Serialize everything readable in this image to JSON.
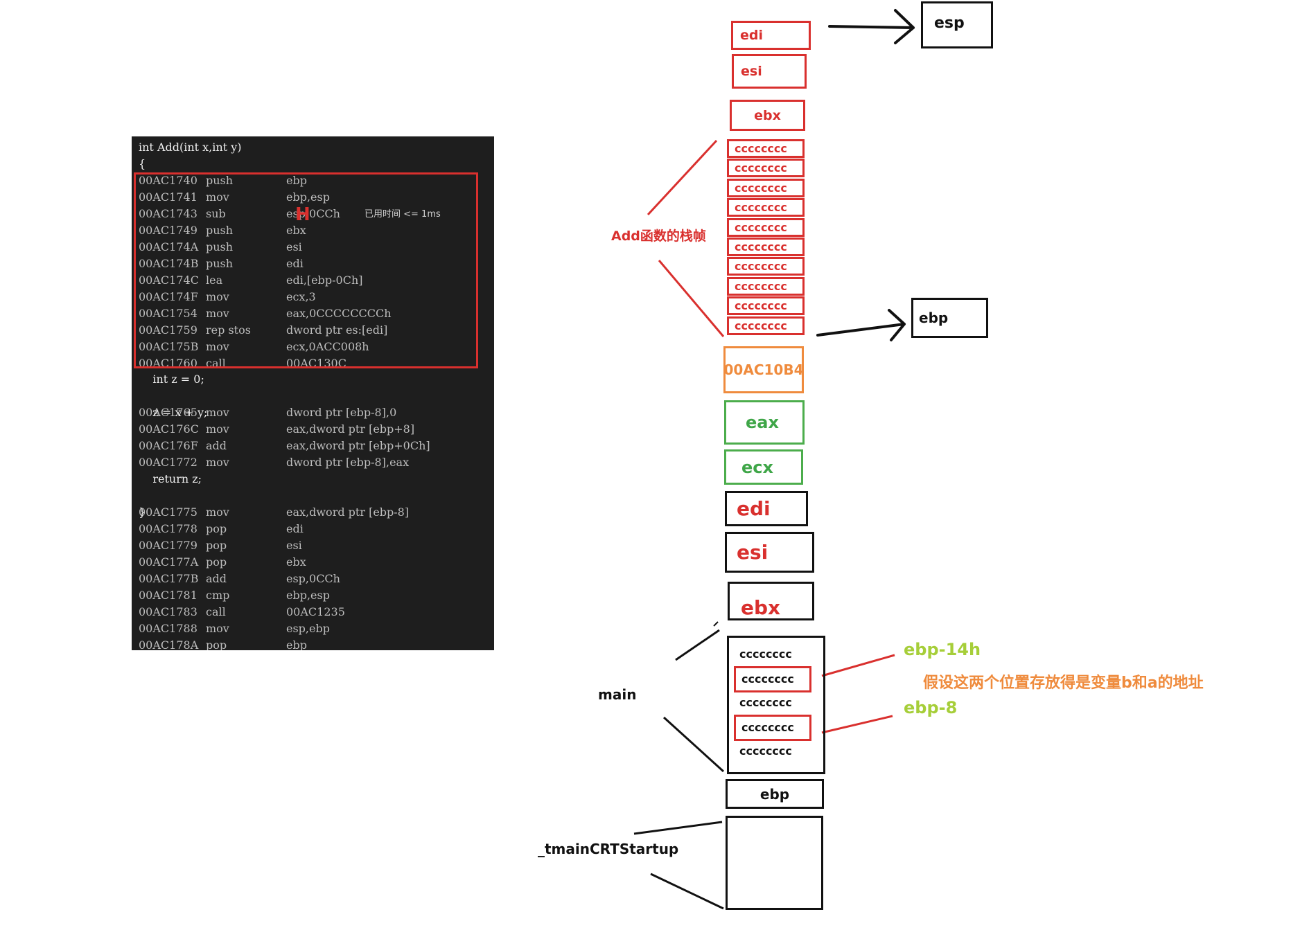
{
  "code": {
    "signature": "int Add(int x,int y)",
    "open_brace": "{",
    "close_brace": "}",
    "timing_note": "已用时间 <= 1ms",
    "cursor_glyph": "H",
    "prologue": [
      {
        "addr": "00AC1740",
        "op": "push",
        "args": "ebp"
      },
      {
        "addr": "00AC1741",
        "op": "mov",
        "args": "ebp,esp"
      },
      {
        "addr": "00AC1743",
        "op": "sub",
        "args": "esp,0CCh"
      },
      {
        "addr": "00AC1749",
        "op": "push",
        "args": "ebx"
      },
      {
        "addr": "00AC174A",
        "op": "push",
        "args": "esi"
      },
      {
        "addr": "00AC174B",
        "op": "push",
        "args": "edi"
      },
      {
        "addr": "00AC174C",
        "op": "lea",
        "args": "edi,[ebp-0Ch]"
      },
      {
        "addr": "00AC174F",
        "op": "mov",
        "args": "ecx,3"
      },
      {
        "addr": "00AC1754",
        "op": "mov",
        "args": "eax,0CCCCCCCCh"
      },
      {
        "addr": "00AC1759",
        "op": "rep stos",
        "args": "dword ptr es:[edi]"
      },
      {
        "addr": "00AC175B",
        "op": "mov",
        "args": "ecx,0ACC008h"
      },
      {
        "addr": "00AC1760",
        "op": "call",
        "args": "00AC130C"
      }
    ],
    "src_z_decl": "    int z = 0;",
    "z_init": {
      "addr": "00AC1765",
      "op": "mov",
      "args": "dword ptr [ebp-8],0"
    },
    "src_z_sum": "    z = x + y;",
    "sum_lines": [
      {
        "addr": "00AC176C",
        "op": "mov",
        "args": "eax,dword ptr [ebp+8]"
      },
      {
        "addr": "00AC176F",
        "op": "add",
        "args": "eax,dword ptr [ebp+0Ch]"
      },
      {
        "addr": "00AC1772",
        "op": "mov",
        "args": "dword ptr [ebp-8],eax"
      }
    ],
    "src_return": "    return z;",
    "return_line": {
      "addr": "00AC1775",
      "op": "mov",
      "args": "eax,dword ptr [ebp-8]"
    },
    "epilogue": [
      {
        "addr": "00AC1778",
        "op": "pop",
        "args": "edi"
      },
      {
        "addr": "00AC1779",
        "op": "pop",
        "args": "esi"
      },
      {
        "addr": "00AC177A",
        "op": "pop",
        "args": "ebx"
      },
      {
        "addr": "00AC177B",
        "op": "add",
        "args": "esp,0CCh"
      },
      {
        "addr": "00AC1781",
        "op": "cmp",
        "args": "ebp,esp"
      },
      {
        "addr": "00AC1783",
        "op": "call",
        "args": "00AC1235"
      },
      {
        "addr": "00AC1788",
        "op": "mov",
        "args": "esp,ebp"
      },
      {
        "addr": "00AC178A",
        "op": "pop",
        "args": "ebp"
      }
    ]
  },
  "stack": {
    "add_saved_regs": [
      "edi",
      "esi",
      "ebx"
    ],
    "add_locals": [
      "cccccccc",
      "cccccccc",
      "cccccccc",
      "cccccccc",
      "cccccccc",
      "cccccccc",
      "cccccccc",
      "cccccccc",
      "cccccccc",
      "cccccccc"
    ],
    "return_address": "00AC10B4",
    "args": [
      "eax",
      "ecx"
    ],
    "main_saved_regs": [
      "edi",
      "esi",
      "ebx"
    ],
    "main_locals": [
      "cccccccc",
      "cccccccc",
      "cccccccc",
      "cccccccc",
      "cccccccc"
    ],
    "main_ebp": "ebp"
  },
  "labels": {
    "esp": "esp",
    "ebp": "ebp",
    "add_frame": "Add函数的栈帧",
    "main": "main",
    "tmain": "_tmainCRTStartup",
    "ebp_14h": "ebp-14h",
    "ebp_8": "ebp-8",
    "note": "假设这两个位置存放得是变量b和a的地址"
  },
  "colors": {
    "red": "#d9302e",
    "orange": "#ef8b3d",
    "green": "#4cad4c",
    "lime": "#a6ce39",
    "panel": "#1e1e1e"
  }
}
